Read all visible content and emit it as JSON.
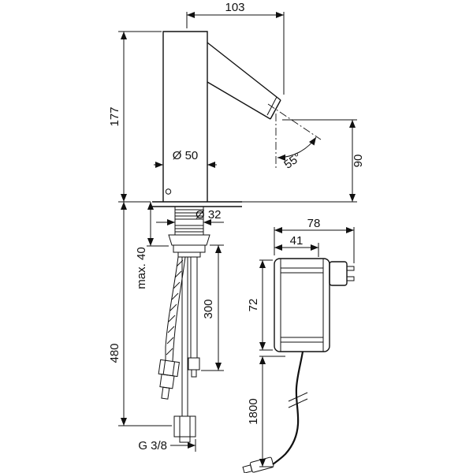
{
  "dims": {
    "spout_reach": "103",
    "body_height": "177",
    "body_diameter": "Ø 50",
    "spout_angle": "55°",
    "outlet_height": "90",
    "shank_diameter": "Ø 32",
    "deck_thickness_max": "max. 40",
    "height_below_deck": "480",
    "hose_length": "300",
    "box_total_width": "78",
    "box_body_width": "41",
    "box_height": "72",
    "cable_length": "1800",
    "supply_thread": "G 3/8"
  }
}
